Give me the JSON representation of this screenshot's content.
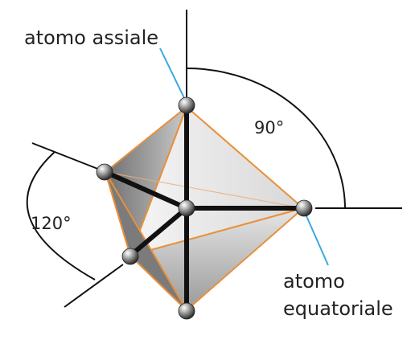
{
  "labels": {
    "axial_atom": "atomo assiale",
    "equatorial_atom_line1": "atomo",
    "equatorial_atom_line2": "equatoriale",
    "angle_axial": "90°",
    "angle_equatorial": "120°"
  },
  "colors": {
    "edge": "#e8903a",
    "bond": "#111111",
    "pointer": "#3aa8e0",
    "guide": "#111111",
    "face_light": "#ececec",
    "face_dark": "#8a8a8a"
  },
  "atoms": {
    "axial_count": 2,
    "equatorial_count": 3,
    "central_count": 1
  }
}
